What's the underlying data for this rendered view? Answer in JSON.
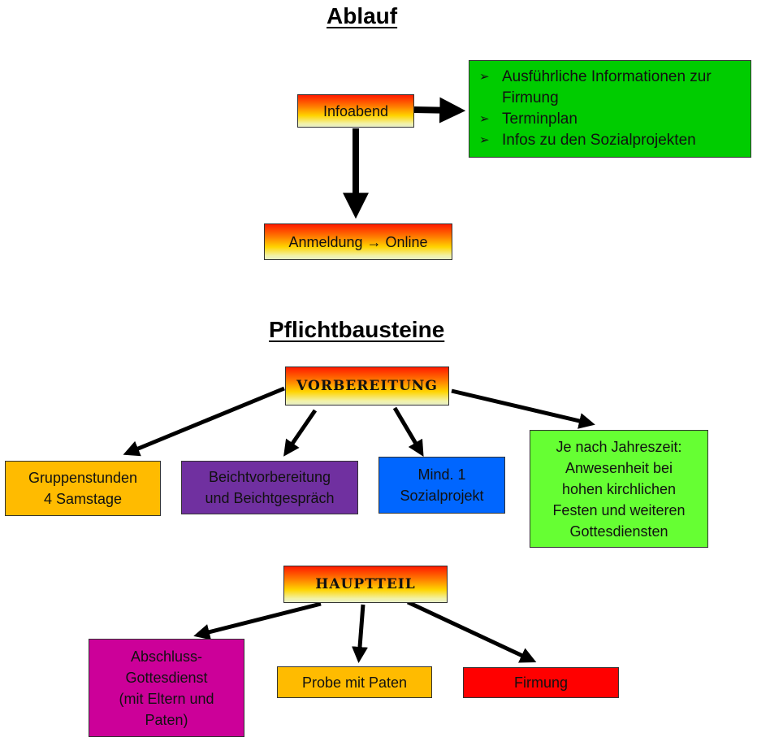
{
  "section1": {
    "title": "Ablauf",
    "infoabend": "Infoabend",
    "anmeldung": "Anmeldung → Online",
    "info_items": [
      "Ausführliche Informationen zur Firmung",
      "Terminplan",
      "Infos zu den Sozialprojekten"
    ],
    "bullet_symbol": "➢"
  },
  "section2": {
    "title": "Pflichtbausteine",
    "vorbereitung": {
      "label": "Vorbereitung",
      "children": [
        {
          "text": "Gruppenstunden\n4 Samstage",
          "color": "#ffbb00"
        },
        {
          "text": "Beichtvorbereitung\nund Beichtgespräch",
          "color": "#7030a0"
        },
        {
          "text": "Mind. 1\nSozialprojekt",
          "color": "#0066ff"
        },
        {
          "text": "Je nach Jahreszeit:\nAnwesenheit bei\nhohen kirchlichen\nFesten und weiteren\nGottesdiensten",
          "color": "#66ff33"
        }
      ]
    },
    "hauptteil": {
      "label": "Hauptteil",
      "children": [
        {
          "text": "Abschluss-\nGottesdienst\n(mit Eltern und\nPaten)",
          "color": "#cc0099"
        },
        {
          "text": "Probe mit Paten",
          "color": "#ffbb00"
        },
        {
          "text": "Firmung",
          "color": "#ff0000"
        }
      ]
    }
  },
  "colors": {
    "info_list_green": "#00cc00",
    "gradient": [
      "#ff1a00",
      "#ff7a00",
      "#ffd400",
      "#e8efc8"
    ]
  }
}
